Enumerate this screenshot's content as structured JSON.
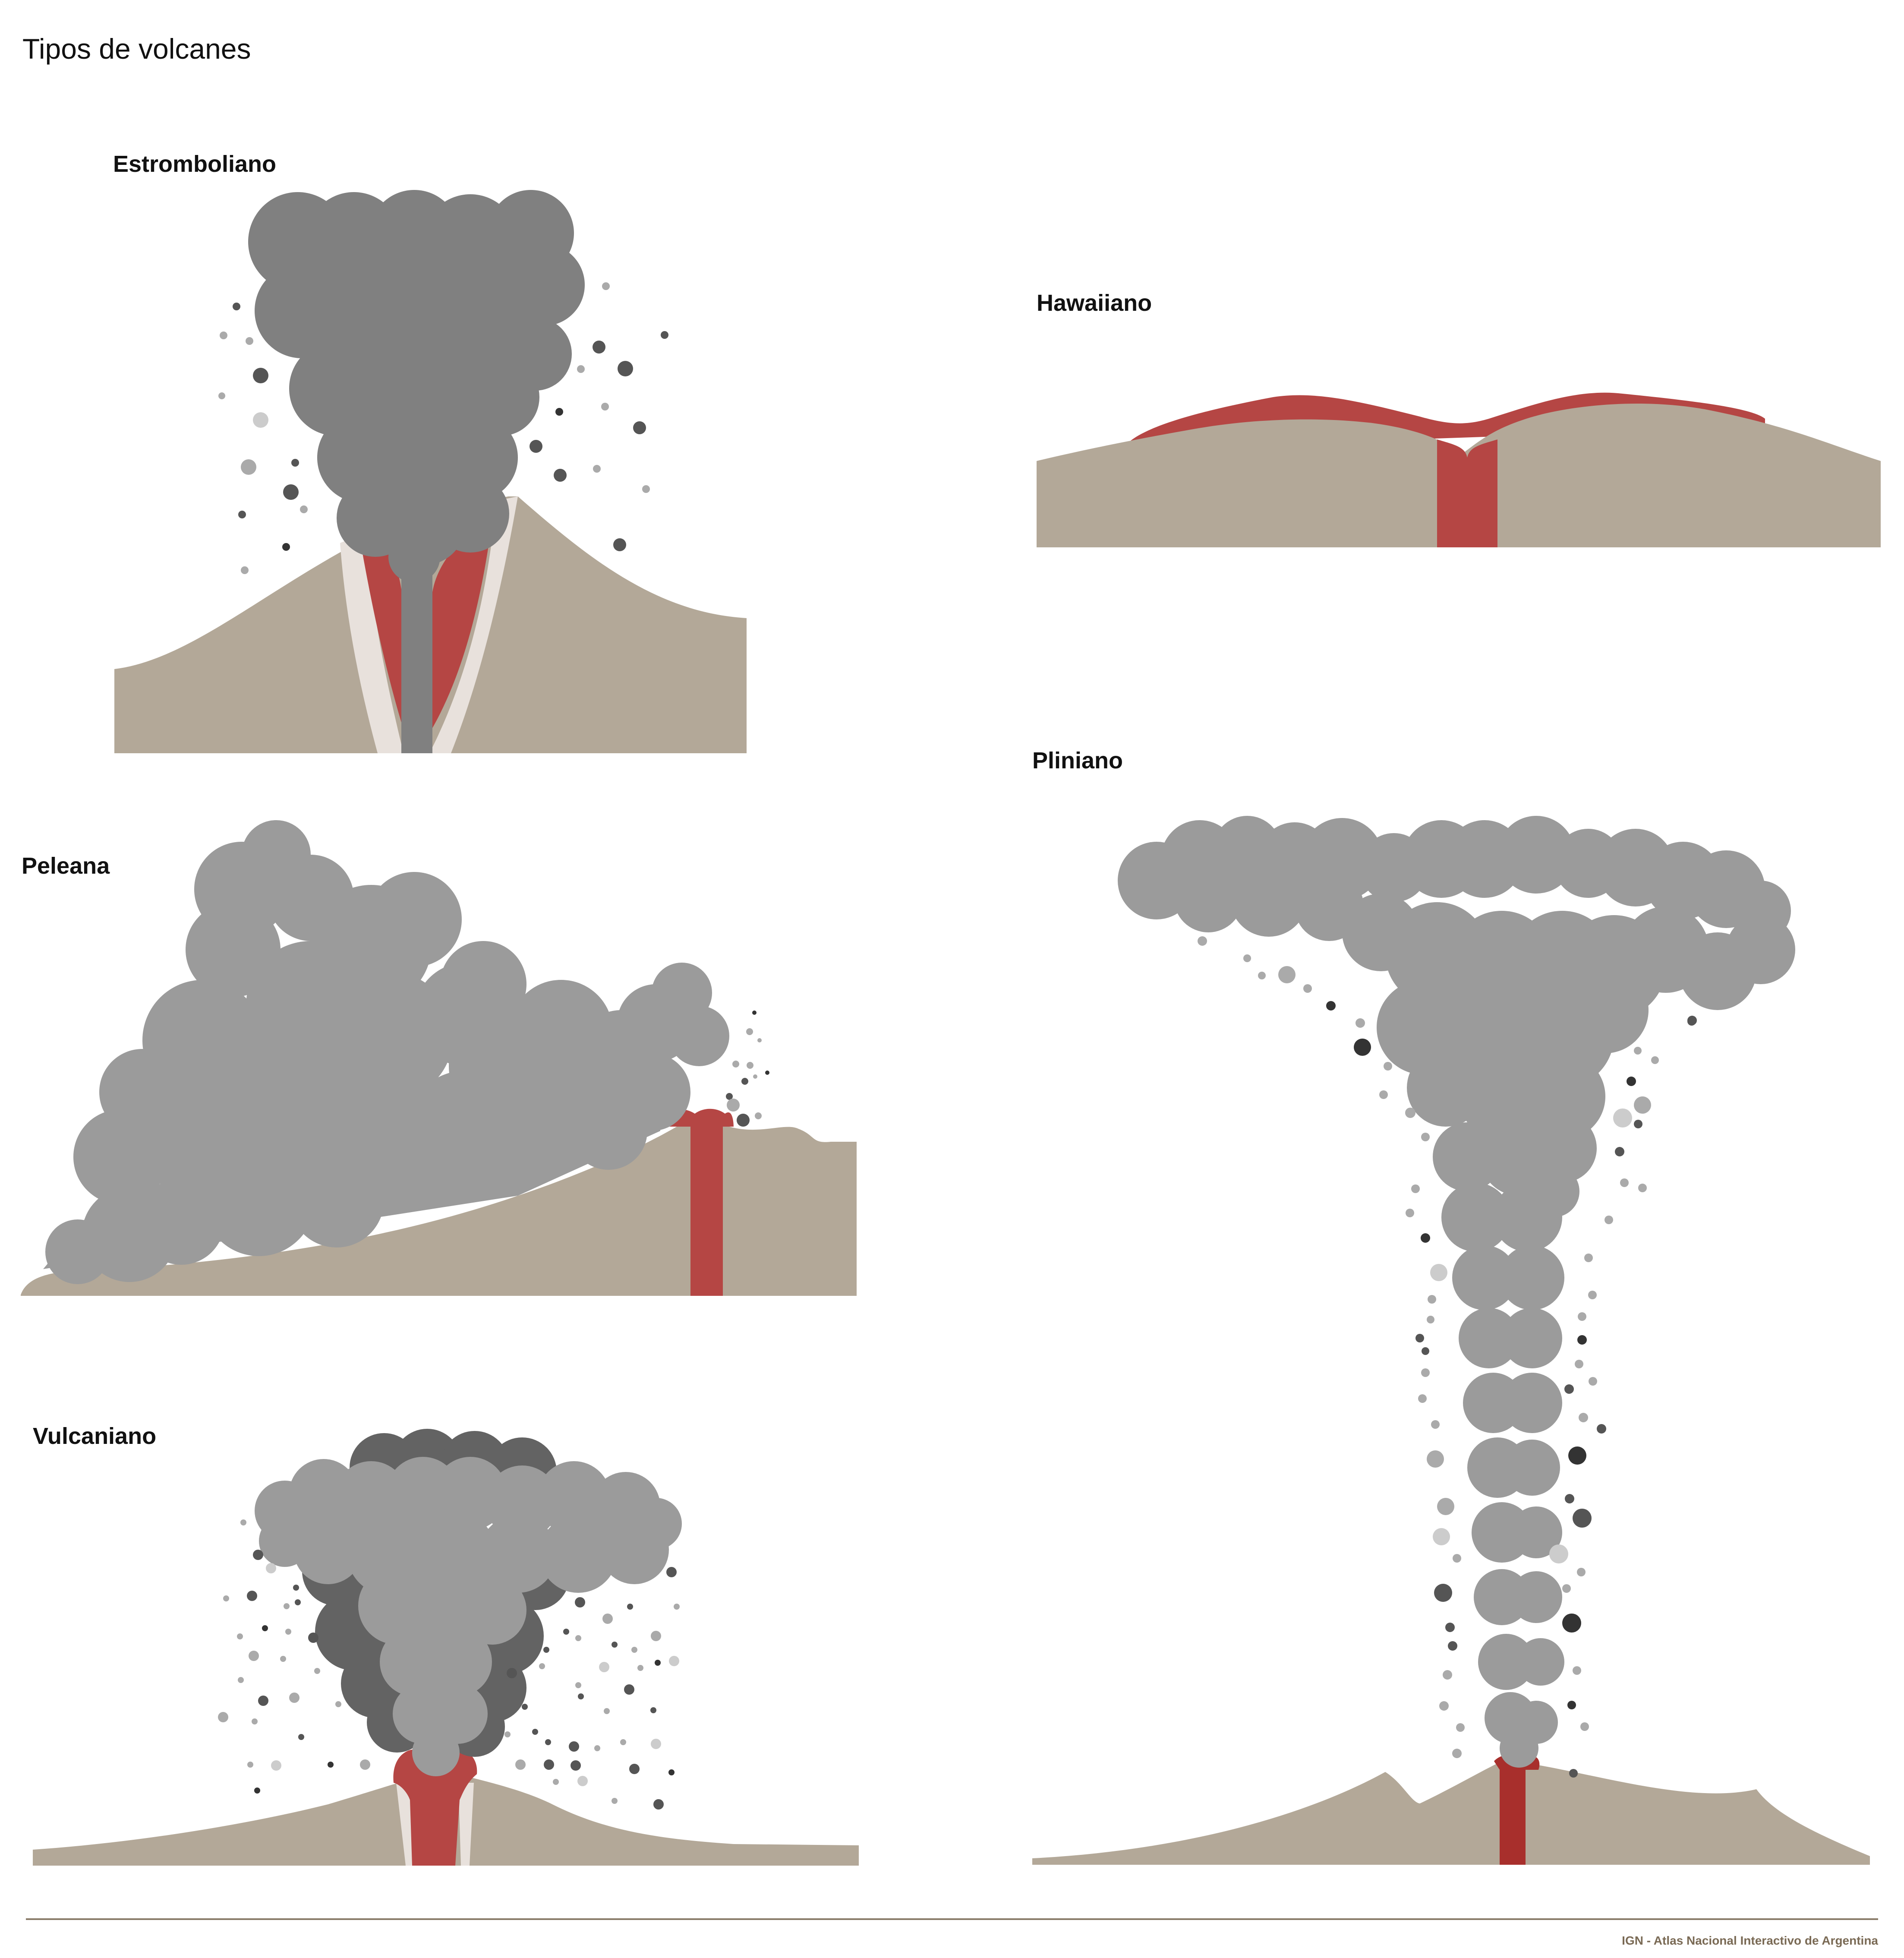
{
  "title": "Tipos de volcanes",
  "panels": {
    "estromboliano": {
      "label": "Estromboliano"
    },
    "hawaiiano": {
      "label": "Hawaiiano"
    },
    "peleana": {
      "label": "Peleana"
    },
    "pliniano": {
      "label": "Pliniano"
    },
    "vulcaniano": {
      "label": "Vulcaniano"
    }
  },
  "footer": {
    "credit": "IGN - Atlas Nacional Interactivo de Argentina"
  },
  "colors": {
    "ground": "#b3a898",
    "lava": "#b54644",
    "lava_dark": "#a82f2c",
    "ash_dark": "#808080",
    "ash_light": "#9b9b9b",
    "ash_darker": "#636363",
    "crater_rim": "#e8e1dc",
    "footer_rule": "#8a7c6a"
  }
}
